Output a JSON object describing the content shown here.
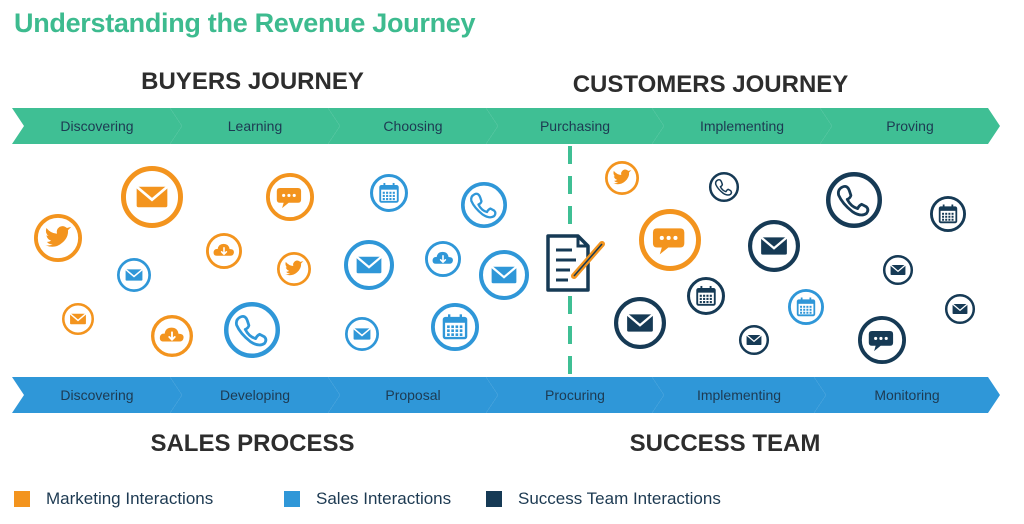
{
  "title": "Understanding the Revenue Journey",
  "top_left_heading": "BUYERS JOURNEY",
  "top_right_heading": "CUSTOMERS JOURNEY",
  "bottom_left_heading": "SALES PROCESS",
  "bottom_right_heading": "SUCCESS TEAM",
  "colors": {
    "title": "#3dbb8f",
    "marketing": "#f3941e",
    "sales": "#2f97d8",
    "success": "#163a55",
    "journey_band": "#3fbf94"
  },
  "journey_stages": [
    "Discovering",
    "Learning",
    "Choosing",
    "Purchasing",
    "Implementing",
    "Proving"
  ],
  "sales_stages": [
    "Discovering",
    "Developing",
    "Proposal",
    "Procuring",
    "Implementing",
    "Monitoring"
  ],
  "legend": [
    {
      "label": "Marketing Interactions",
      "color": "#f3941e"
    },
    {
      "label": "Sales Interactions",
      "color": "#2f97d8"
    },
    {
      "label": "Success Team Interactions",
      "color": "#163a55"
    }
  ],
  "interactions": [
    {
      "type": "twitter-icon",
      "group": "marketing"
    },
    {
      "type": "mail-icon",
      "group": "marketing"
    },
    {
      "type": "cloud-icon",
      "group": "marketing"
    },
    {
      "type": "mail-icon",
      "group": "marketing"
    },
    {
      "type": "chat-icon",
      "group": "marketing"
    },
    {
      "type": "cloud-icon",
      "group": "marketing"
    },
    {
      "type": "twitter-icon",
      "group": "marketing"
    },
    {
      "type": "twitter-icon",
      "group": "marketing"
    },
    {
      "type": "chat-icon",
      "group": "marketing"
    },
    {
      "type": "mail-icon",
      "group": "sales"
    },
    {
      "type": "phone-icon",
      "group": "sales"
    },
    {
      "type": "calendar-icon",
      "group": "sales"
    },
    {
      "type": "mail-icon",
      "group": "sales"
    },
    {
      "type": "mail-icon",
      "group": "sales"
    },
    {
      "type": "phone-icon",
      "group": "sales"
    },
    {
      "type": "cloud-icon",
      "group": "sales"
    },
    {
      "type": "mail-icon",
      "group": "sales"
    },
    {
      "type": "calendar-icon",
      "group": "sales"
    },
    {
      "type": "calendar-icon",
      "group": "sales"
    },
    {
      "type": "phone-icon",
      "group": "success"
    },
    {
      "type": "mail-icon",
      "group": "success"
    },
    {
      "type": "mail-icon",
      "group": "success"
    },
    {
      "type": "calendar-icon",
      "group": "success"
    },
    {
      "type": "mail-icon",
      "group": "success"
    },
    {
      "type": "phone-icon",
      "group": "success"
    },
    {
      "type": "calendar-icon",
      "group": "success"
    },
    {
      "type": "mail-icon",
      "group": "success"
    },
    {
      "type": "mail-icon",
      "group": "success"
    },
    {
      "type": "chat-icon",
      "group": "success"
    }
  ]
}
